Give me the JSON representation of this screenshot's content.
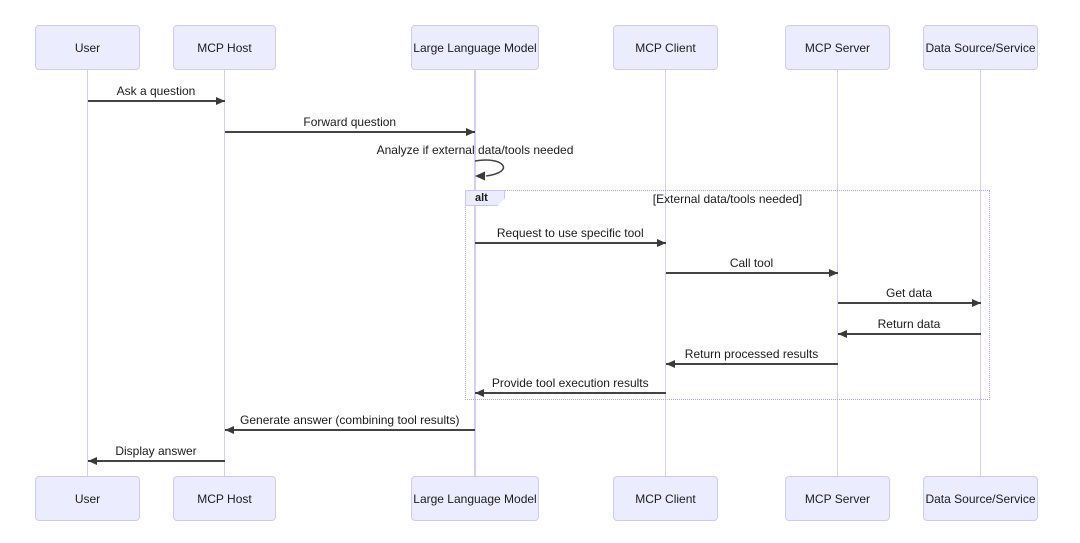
{
  "diagram": {
    "type": "sequence-diagram",
    "colors": {
      "background": "#ffffff",
      "actor_fill": "#ECECFF",
      "actor_border": "#d0ccf0",
      "lifeline": "#d3d0ee",
      "arrow": "#444444",
      "frame_border": "#aaa8e6",
      "text": "#1b1b1b"
    },
    "participants": [
      {
        "name": "User"
      },
      {
        "name": "MCP Host"
      },
      {
        "name": "Large Language Model"
      },
      {
        "name": "MCP Client"
      },
      {
        "name": "MCP Server"
      },
      {
        "name": "Data Source/Service"
      }
    ],
    "messages": [
      {
        "from": "User",
        "to": "MCP Host",
        "label": "Ask a question",
        "style": "solid_arrow"
      },
      {
        "from": "MCP Host",
        "to": "Large Language Model",
        "label": "Forward question",
        "style": "solid_arrow"
      },
      {
        "from": "Large Language Model",
        "to": "Large Language Model",
        "label": "Analyze if external data/tools needed",
        "style": "self_loop"
      },
      {
        "from": "Large Language Model",
        "to": "MCP Client",
        "label": "Request to use specific tool",
        "style": "solid_arrow"
      },
      {
        "from": "MCP Client",
        "to": "MCP Server",
        "label": "Call tool",
        "style": "solid_arrow"
      },
      {
        "from": "MCP Server",
        "to": "Data Source/Service",
        "label": "Get data",
        "style": "solid_arrow"
      },
      {
        "from": "Data Source/Service",
        "to": "MCP Server",
        "label": "Return data",
        "style": "solid_arrow"
      },
      {
        "from": "MCP Server",
        "to": "MCP Client",
        "label": "Return processed results",
        "style": "solid_arrow"
      },
      {
        "from": "MCP Client",
        "to": "Large Language Model",
        "label": "Provide tool execution results",
        "style": "solid_arrow"
      },
      {
        "from": "Large Language Model",
        "to": "MCP Host",
        "label": "Generate answer (combining tool results)",
        "style": "solid_arrow"
      },
      {
        "from": "MCP Host",
        "to": "User",
        "label": "Display answer",
        "style": "solid_arrow"
      }
    ],
    "frames": [
      {
        "type": "alt",
        "label": "alt",
        "condition": "[External data/tools needed]"
      }
    ]
  }
}
